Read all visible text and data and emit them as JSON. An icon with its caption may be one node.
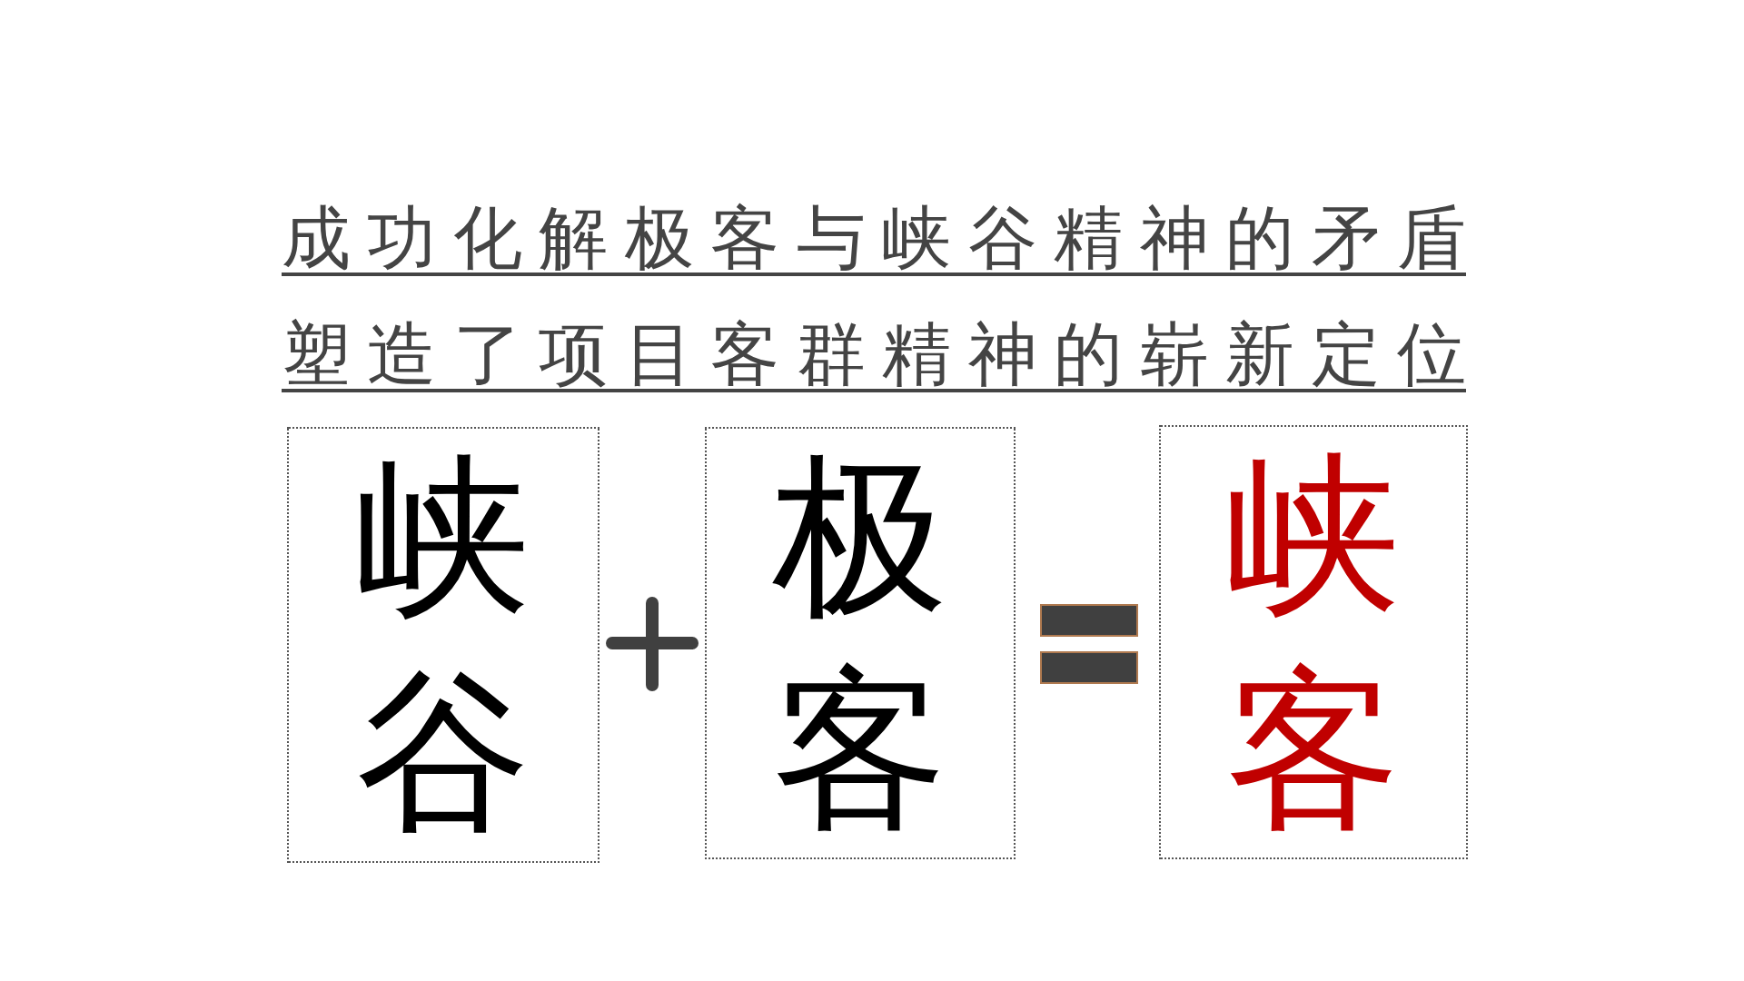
{
  "diagram": {
    "nodes": [
      {
        "text": [
          "峡谷"
        ]
      },
      {
        "text": [
          "极客"
        ]
      },
      {
        "text": [
          "峡客"
        ]
      }
    ],
    "labels": [
      "成功化解极客与峡谷精神的矛盾",
      "塑造了项目客群精神的崭新定位"
    ]
  }
}
